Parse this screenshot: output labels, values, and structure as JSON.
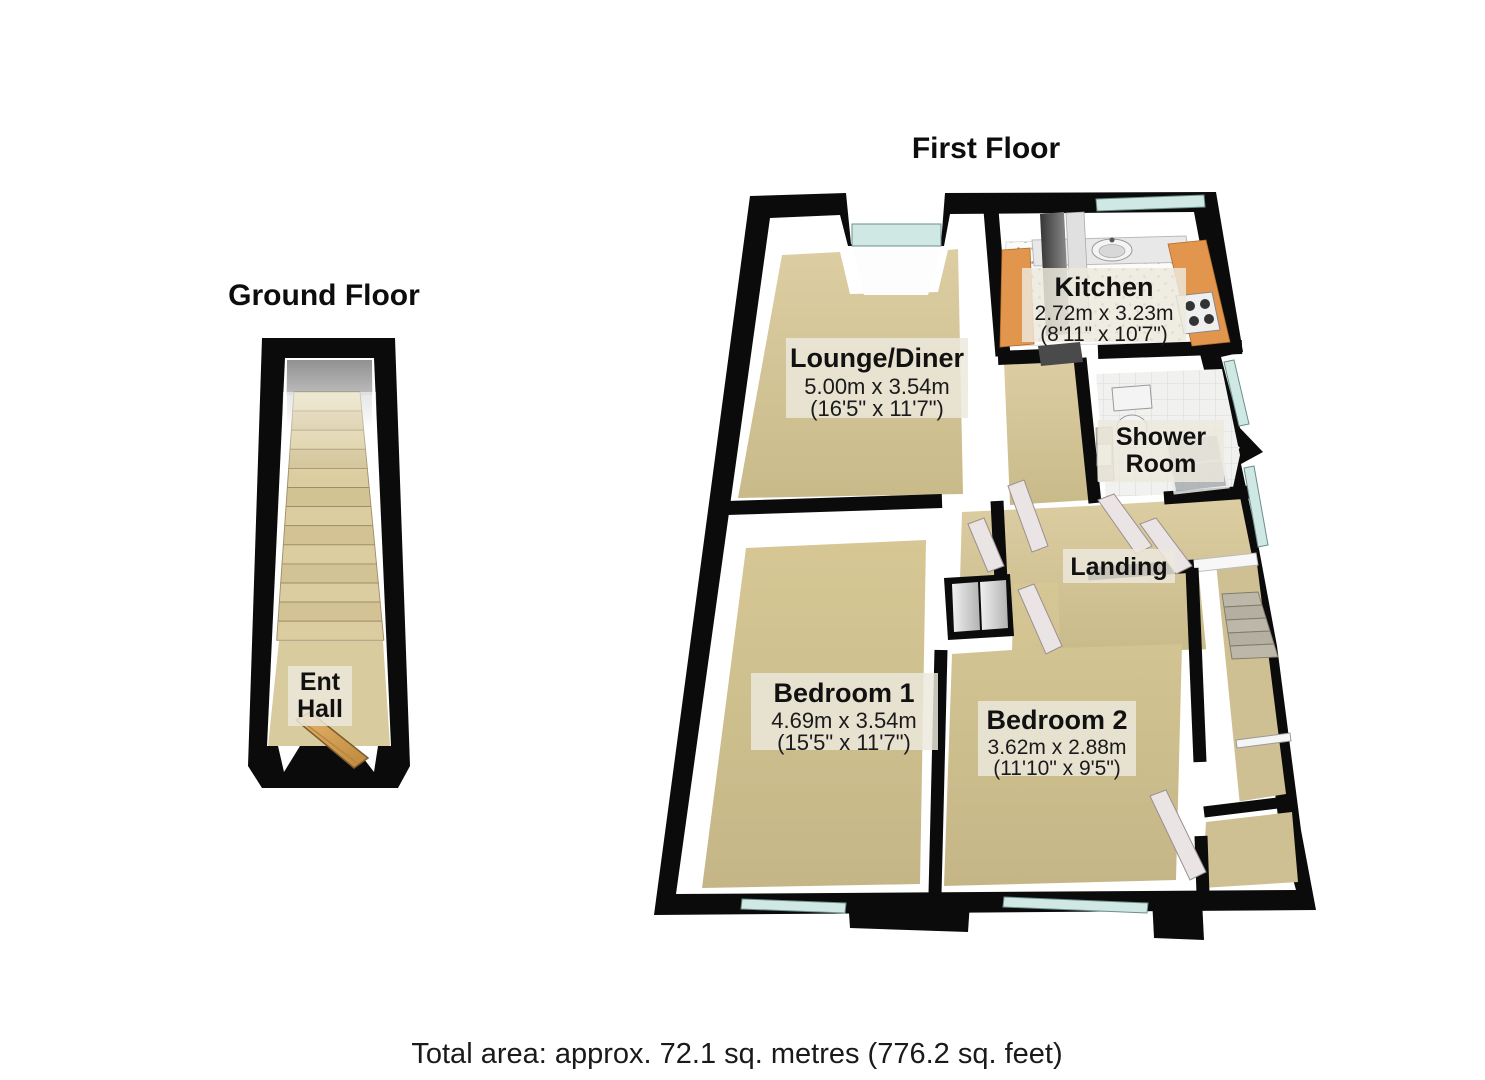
{
  "titles": {
    "ground_floor": "Ground Floor",
    "first_floor": "First Floor"
  },
  "footer": {
    "total_area": "Total area: approx. 72.1 sq. metres (776.2 sq. feet)"
  },
  "rooms": {
    "lounge_diner": {
      "name": "Lounge/Diner",
      "metric": "5.00m x 3.54m",
      "imperial": "(16'5\" x 11'7\")"
    },
    "kitchen": {
      "name": "Kitchen",
      "metric": "2.72m x 3.23m",
      "imperial": "(8'11\" x 10'7\")"
    },
    "shower_room": {
      "line1": "Shower",
      "line2": "Room"
    },
    "landing": {
      "name": "Landing"
    },
    "bedroom1": {
      "name": "Bedroom 1",
      "metric": "4.69m x 3.54m",
      "imperial": "(15'5\" x 11'7\")"
    },
    "bedroom2": {
      "name": "Bedroom 2",
      "metric": "3.62m x 2.88m",
      "imperial": "(11'10\" x 9'5\")"
    },
    "ent_hall": {
      "line1": "Ent",
      "line2": "Hall"
    }
  },
  "colors": {
    "wall": "#0b0b0b",
    "carpet": "#d3c493",
    "window_glass": "#cfe8e3",
    "kitchen_counter": "#e2954c",
    "wood_door": "#d8a258",
    "label_background": "#ece8dd"
  }
}
